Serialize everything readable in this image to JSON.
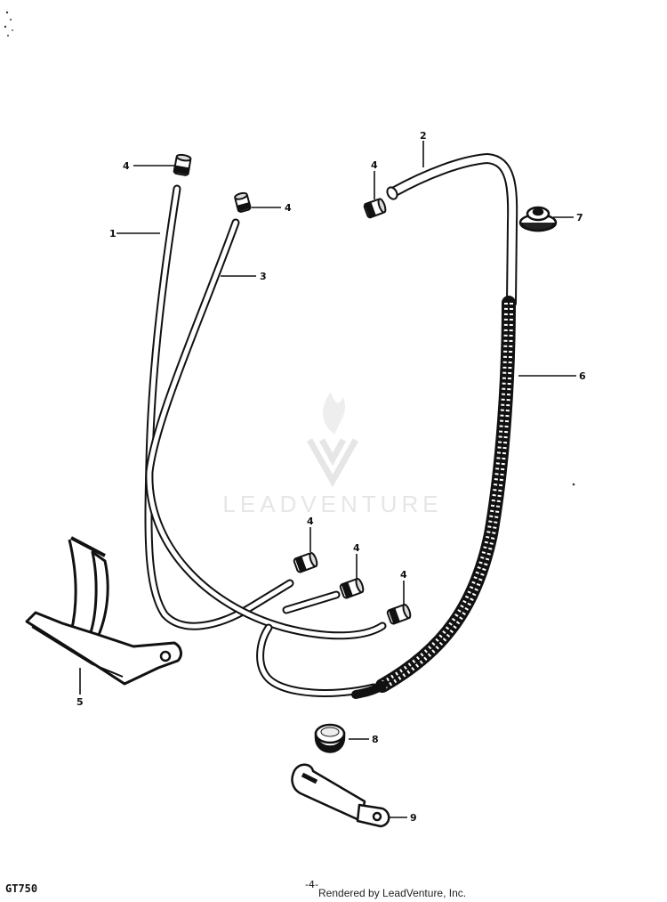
{
  "diagram": {
    "callouts": [
      "1",
      "2",
      "3",
      "4",
      "5",
      "6",
      "7",
      "8",
      "9"
    ],
    "watermark": "LEADVENTURE"
  },
  "footer": {
    "model": "GT750",
    "page": "-4-",
    "credit": "Rendered by LeadVenture, Inc."
  },
  "colors": {
    "ink": "#111111",
    "watermark": "#e6e6e6"
  }
}
